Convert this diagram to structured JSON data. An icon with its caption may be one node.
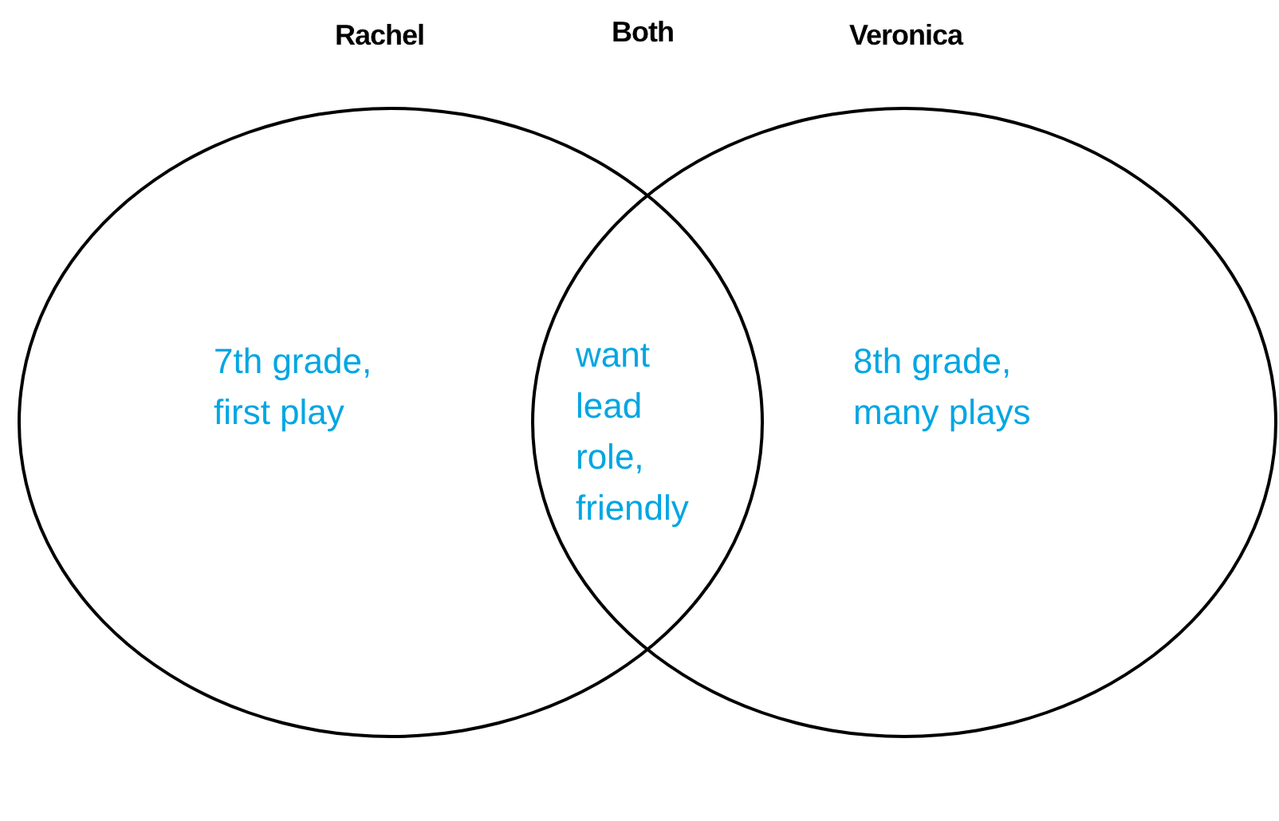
{
  "diagram": {
    "nodes": [
      {
        "text": [
          "Rachel",
          "7th grade, first play"
        ]
      },
      {
        "text": [
          "Veronica",
          "8th grade, many plays"
        ]
      }
    ],
    "labels": [
      "Both",
      "want lead role, friendly"
    ]
  }
}
